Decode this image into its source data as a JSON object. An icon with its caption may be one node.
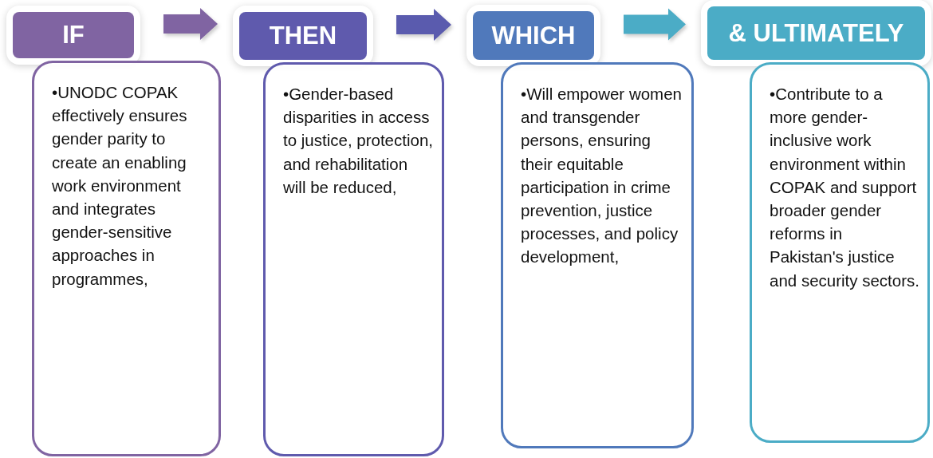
{
  "diagram": {
    "nodes": [
      {
        "text": [
          "IF"
        ]
      },
      {
        "text": [
          "•UNODC COPAK effectively ensures gender parity to create an enabling work environment and integrates gender-sensitive approaches in programmes,"
        ]
      },
      {
        "text": [
          "THEN"
        ]
      },
      {
        "text": [
          "•Gender-based disparities in access to justice, protection, and rehabilitation will be reduced,"
        ]
      },
      {
        "text": [
          "WHICH"
        ]
      },
      {
        "text": [
          "•Will empower women and transgender persons, ensuring their equitable participation in crime prevention, justice processes, and policy development,"
        ]
      },
      {
        "text": [
          "& ULTIMATELY"
        ]
      },
      {
        "text": [
          "•Contribute to a more gender-inclusive work environment within COPAK and support broader gender reforms in Pakistan's justice and security sectors."
        ]
      }
    ],
    "edges": [
      {
        "from": 0,
        "to": 2,
        "arrow": "to",
        "style": "thick",
        "color": "#8064a2"
      },
      {
        "from": 2,
        "to": 4,
        "arrow": "to",
        "style": "thick",
        "color": "#5a5bae"
      },
      {
        "from": 4,
        "to": 6,
        "arrow": "to",
        "style": "thick",
        "color": "#4bacc6"
      }
    ]
  }
}
